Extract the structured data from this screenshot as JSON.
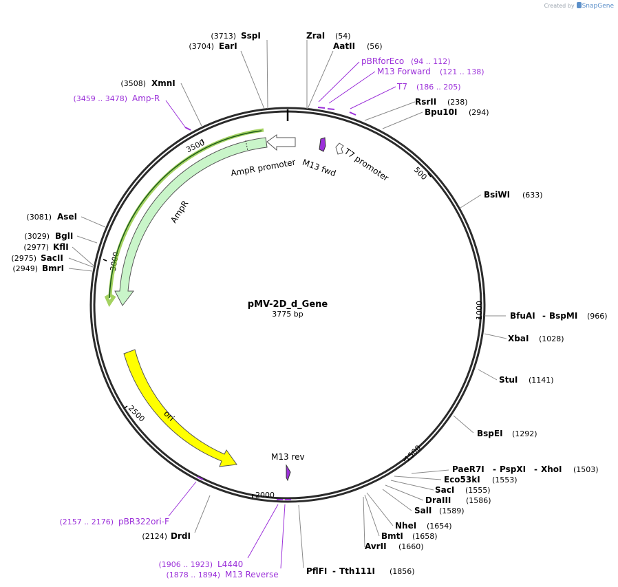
{
  "credit": {
    "prefix": "Created by",
    "brand": "SnapGene"
  },
  "plasmid": {
    "name": "pMV-2D_d_Gene",
    "length_label": "3775 bp",
    "length": 3775
  },
  "colors": {
    "backbone": "#2b2b2b",
    "primer": "#9b30d9",
    "amp": "#c9f5c9",
    "ori": "#ffff00",
    "promoter": "#ffffff",
    "enzyme_line": "#888888"
  },
  "ticks": [
    "500",
    "1000",
    "1500",
    "2000",
    "2500",
    "3000",
    "3500"
  ],
  "enzymes": [
    {
      "name": "SspI",
      "pos": "(3713)"
    },
    {
      "name": "EarI",
      "pos": "(3704)"
    },
    {
      "name": "ZraI",
      "pos": "(54)"
    },
    {
      "name": "AatII",
      "pos": "(56)"
    },
    {
      "name": "RsrII",
      "pos": "(238)"
    },
    {
      "name": "Bpu10I",
      "pos": "(294)"
    },
    {
      "name": "BsiWI",
      "pos": "(633)"
    },
    {
      "name": "BfuAI",
      "name2": "BspMI",
      "pos": "(966)"
    },
    {
      "name": "XbaI",
      "pos": "(1028)"
    },
    {
      "name": "StuI",
      "pos": "(1141)"
    },
    {
      "name": "BspEI",
      "pos": "(1292)"
    },
    {
      "name": "PaeR7I",
      "name2": "PspXI",
      "name3": "XhoI",
      "pos": "(1503)"
    },
    {
      "name": "Eco53kI",
      "pos": "(1553)"
    },
    {
      "name": "SacI",
      "pos": "(1555)"
    },
    {
      "name": "DraIII",
      "pos": "(1586)"
    },
    {
      "name": "SalI",
      "pos": "(1589)"
    },
    {
      "name": "NheI",
      "pos": "(1654)"
    },
    {
      "name": "BmtI",
      "pos": "(1658)"
    },
    {
      "name": "AvrII",
      "pos": "(1660)"
    },
    {
      "name": "PflFI",
      "name2": "Tth111I",
      "pos": "(1856)"
    },
    {
      "name": "DrdI",
      "pos": "(2124)"
    },
    {
      "name": "BmrI",
      "pos": "(2949)"
    },
    {
      "name": "SacII",
      "pos": "(2975)"
    },
    {
      "name": "KflI",
      "pos": "(2977)"
    },
    {
      "name": "BglI",
      "pos": "(3029)"
    },
    {
      "name": "AseI",
      "pos": "(3081)"
    },
    {
      "name": "XmnI",
      "pos": "(3508)"
    }
  ],
  "primers": [
    {
      "name": "pBRforEco",
      "range": "(94 .. 112)"
    },
    {
      "name": "M13 Forward",
      "range": "(121 .. 138)"
    },
    {
      "name": "T7",
      "range": "(186 .. 205)"
    },
    {
      "name": "Amp-R",
      "range": "(3459 .. 3478)"
    },
    {
      "name": "pBR322ori-F",
      "range": "(2157 .. 2176)"
    },
    {
      "name": "L4440",
      "range": "(1906 .. 1923)"
    },
    {
      "name": "M13 Reverse",
      "range": "(1878 .. 1894)"
    }
  ],
  "features": [
    {
      "name": "AmpR promoter"
    },
    {
      "name": "AmpR"
    },
    {
      "name": "ori"
    },
    {
      "name": "M13 fwd"
    },
    {
      "name": "T7 promoter"
    },
    {
      "name": "M13 rev"
    }
  ]
}
